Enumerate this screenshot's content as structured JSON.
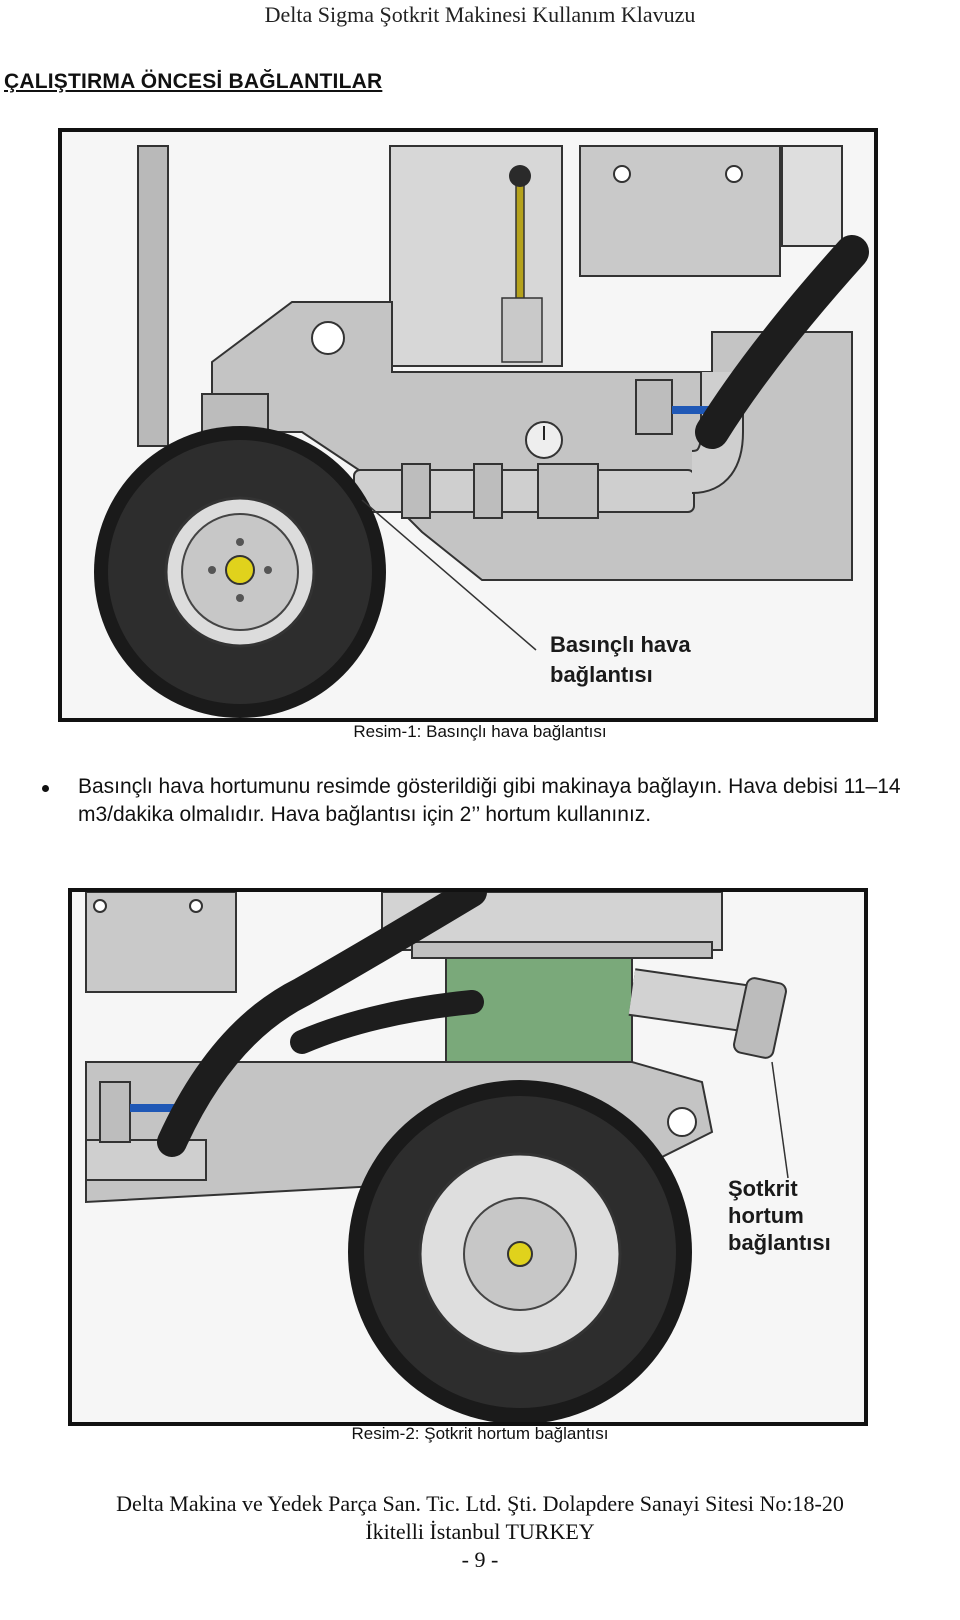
{
  "header": {
    "title": "Delta Sigma Şotkrit Makinesi Kullanım Klavuzu"
  },
  "section_title": "ÇALIŞTIRMA ÖNCESİ BAĞLANTILAR",
  "figure1": {
    "label_line1": "Basınçlı hava",
    "label_line2": "bağlantısı",
    "caption": "Resim-1: Basınçlı hava bağlantısı"
  },
  "body": {
    "bullet": "Basınçlı hava hortumunu resimde gösterildiği gibi makinaya bağlayın. Hava debisi 11–14 m3/dakika olmalıdır. Hava bağlantısı için 2’’ hortum kullanınız."
  },
  "figure2": {
    "label_line1": "Şotkrit",
    "label_line2": "hortum",
    "label_line3": "bağlantısı",
    "caption": "Resim-2: Şotkrit hortum bağlantısı"
  },
  "footer": {
    "line1": "Delta Makina ve Yedek Parça San. Tic. Ltd. Şti. Dolapdere Sanayi Sitesi No:18-20",
    "line2": "İkitelli İstanbul TURKEY",
    "page": "- 9 -"
  }
}
